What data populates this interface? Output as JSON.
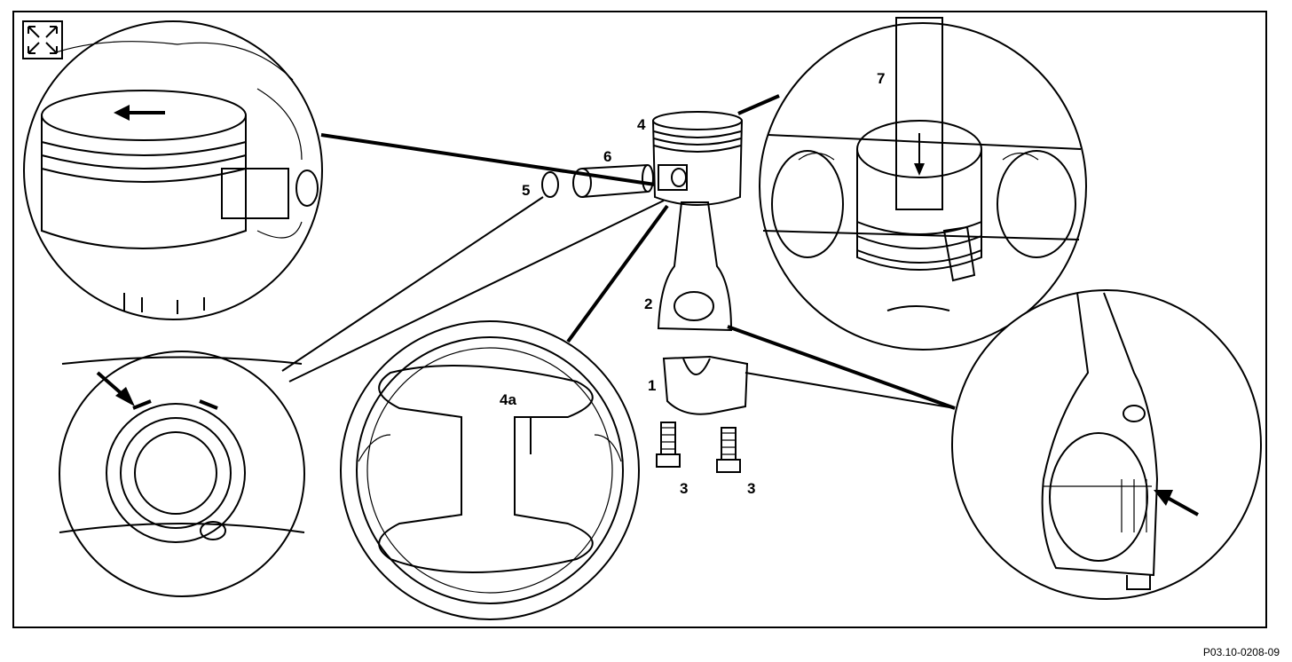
{
  "labels": {
    "part_1": "1",
    "part_2": "2",
    "part_3a": "3",
    "part_3b": "3",
    "part_4": "4",
    "part_4a": "4a",
    "part_5": "5",
    "part_6": "6",
    "part_7": "7"
  },
  "figure_ref": "P03.10-0208-09",
  "icons": {
    "corner": "expand-arrows-icon"
  }
}
